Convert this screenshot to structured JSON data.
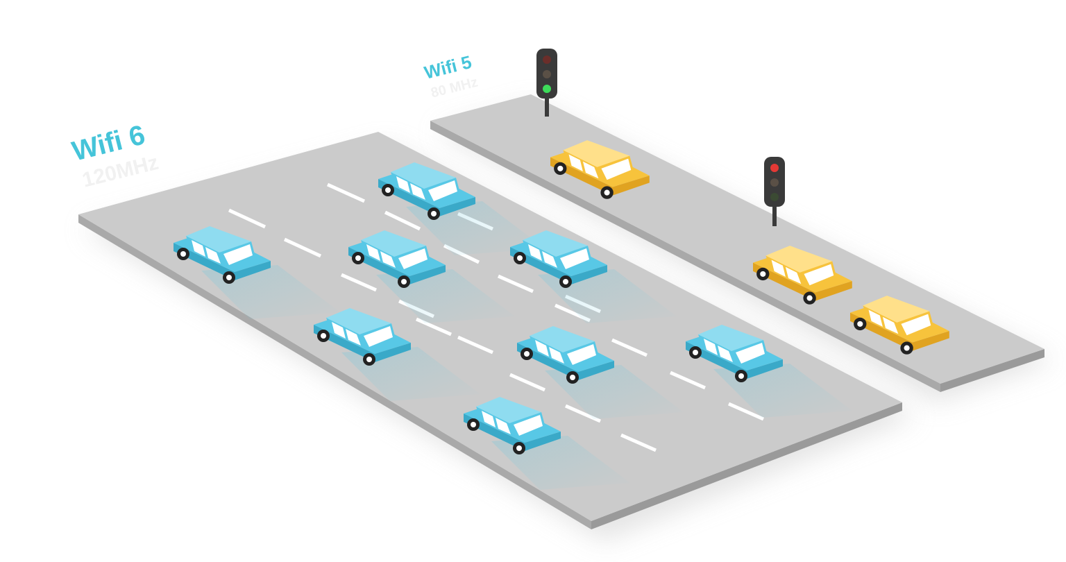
{
  "colors": {
    "background": "#ffffff",
    "road_top": "#cbcbcb",
    "road_side": "#a9a9a9",
    "road_shadow": "#d9d9d9",
    "lane_marking": "#ffffff",
    "label_accent": "#45c4d9",
    "label_sub": "#f1f1f1",
    "car_fast_body": "#58c8e6",
    "car_fast_roof": "#8fdcf0",
    "car_fast_dark": "#3aa9c8",
    "car_slow_body": "#f7c33c",
    "car_slow_roof": "#ffe08a",
    "car_slow_dark": "#e0a321",
    "light_housing": "#3a3a3a",
    "light_red_on": "#e53935",
    "light_green_on": "#3ddc5a",
    "light_off": "#5a5046"
  },
  "wifi6": {
    "title": "Wifi 6",
    "bandwidth": "120MHz",
    "cars": 8,
    "lanes": 4,
    "car_icon": "blue-car-icon"
  },
  "wifi5": {
    "title": "Wifi 5",
    "bandwidth": "80 MHz",
    "cars": 3,
    "lanes": 1,
    "car_icon": "yellow-car-icon",
    "traffic_lights": [
      {
        "name": "traffic-light-green",
        "active": "green"
      },
      {
        "name": "traffic-light-red",
        "active": "red"
      }
    ]
  }
}
